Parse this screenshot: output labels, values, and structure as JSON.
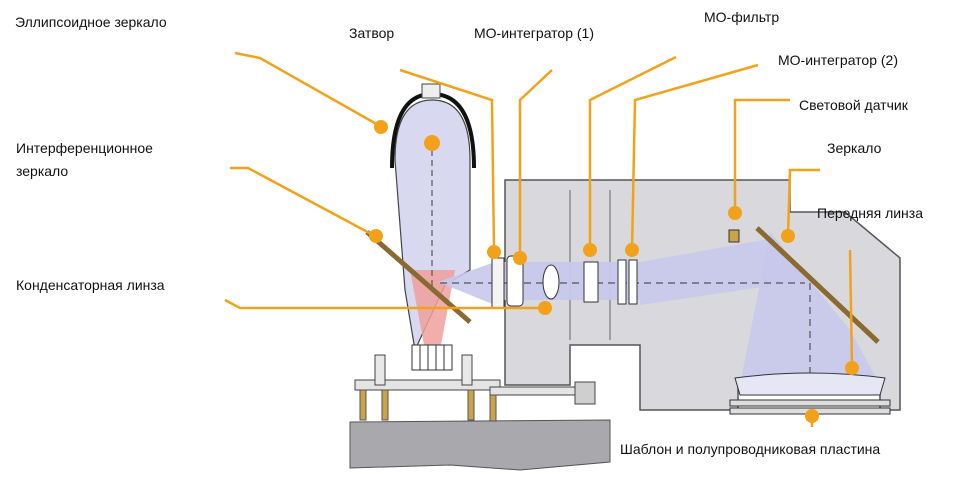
{
  "colors": {
    "leader": "#f2a21a",
    "housing": "#d9d9dd",
    "housing_edge": "#555555",
    "beam": "#c8c8ec",
    "lamp_glow": "#f0a09c",
    "base": "#a9a9ad"
  },
  "labels": {
    "ellipsoid_mirror": "Эллипсоидное зеркало",
    "shutter": "Затвор",
    "mo_integrator_1": "МО-интегратор (1)",
    "mo_filter": "МО-фильтр",
    "mo_integrator_2": "МО-интегратор (2)",
    "light_sensor": "Световой датчик",
    "interference_mirror_l1": "Интерференционное",
    "interference_mirror_l2": "зеркало",
    "mirror": "Зеркало",
    "front_lens": "Передняя линза",
    "condenser_lens": "Конденсаторная линза",
    "mask_and_wafer": "Шаблон и полупроводниковая пластина"
  }
}
